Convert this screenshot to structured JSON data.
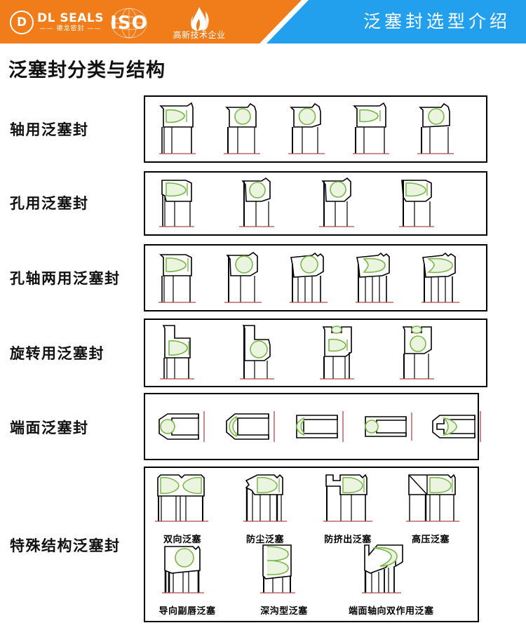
{
  "header": {
    "title": "泛塞封选型介绍",
    "brand": {
      "mark": "D",
      "name_en": "DL SEALS",
      "name_cn": "—— 德龙密封 ——"
    },
    "badges": [
      {
        "id": "iso-badge",
        "text": "ISO"
      },
      {
        "id": "hitech-badge",
        "text": "高新技术企业"
      }
    ],
    "colors": {
      "orange": "#f07d1a",
      "blue": "#22a0ee",
      "text": "#ffffff"
    }
  },
  "page_title": "泛塞封分类与结构",
  "rows": [
    {
      "id": "shaft",
      "label": "轴用泛塞封",
      "count": 5
    },
    {
      "id": "bore",
      "label": "孔用泛塞封",
      "count": 4
    },
    {
      "id": "dual",
      "label": "孔轴两用泛塞封",
      "count": 5
    },
    {
      "id": "rotary",
      "label": "旋转用泛塞封",
      "count": 4
    },
    {
      "id": "face",
      "label": "端面泛塞封",
      "count": 5
    },
    {
      "id": "special",
      "label": "特殊结构泛塞封",
      "count": 7
    }
  ],
  "special": {
    "row1": [
      "双向泛塞",
      "防尘泛塞",
      "防挤出泛塞",
      "高压泛塞"
    ],
    "row2": [
      "导向副唇泛塞",
      "深沟型泛塞",
      "端面轴向双作用泛塞"
    ]
  },
  "diagram_colors": {
    "outline": "#000000",
    "spring": "#7ab648",
    "spring_fill": "#e3f0d2",
    "centerline": "#b04a4a"
  }
}
